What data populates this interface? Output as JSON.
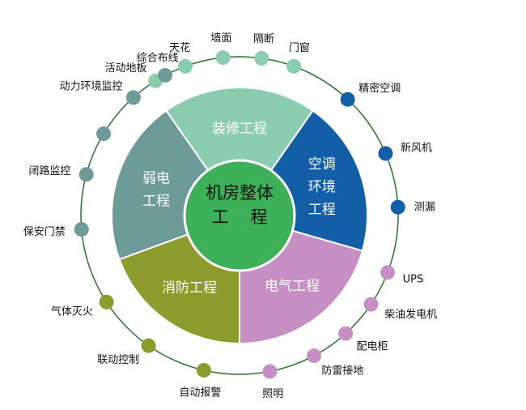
{
  "center": {
    "line1": "机房整体",
    "line2": "工    程"
  },
  "segments": [
    {
      "id": "decoration",
      "label": "装修工程",
      "color": "#8ccdb1",
      "start": -35,
      "end": 35
    },
    {
      "id": "hvac",
      "label": "空调环境工程",
      "lines": [
        "空调",
        "环境",
        "工程"
      ],
      "color": "#145ea8",
      "start": 35,
      "end": 106
    },
    {
      "id": "electrical",
      "label": "电气工程",
      "color": "#c690c4",
      "start": 106,
      "end": 180
    },
    {
      "id": "fire",
      "label": "消防工程",
      "color": "#8b9b2c",
      "start": 180,
      "end": 250
    },
    {
      "id": "weak-current",
      "label": "弱电工程",
      "lines": [
        "弱电",
        "工程"
      ],
      "color": "#6e9b97",
      "start": 250,
      "end": 325
    }
  ],
  "nodes": [
    {
      "label": "天花",
      "color": "#8ccdb1",
      "angle": -20
    },
    {
      "label": "墙面",
      "color": "#8ccdb1",
      "angle": -6
    },
    {
      "label": "隔断",
      "color": "#8ccdb1",
      "angle": 8
    },
    {
      "label": "门窗",
      "color": "#8ccdb1",
      "angle": 20
    },
    {
      "label": "活动地板",
      "color": "#8ccdb1",
      "angle": -32
    },
    {
      "label": "精密空调",
      "color": "#145ea8",
      "angle": 43
    },
    {
      "label": "新风机",
      "color": "#145ea8",
      "angle": 67
    },
    {
      "label": "测漏",
      "color": "#145ea8",
      "angle": 87
    },
    {
      "label": "UPS",
      "color": "#c690c4",
      "angle": 111
    },
    {
      "label": "柴油发电机",
      "color": "#c690c4",
      "angle": 124
    },
    {
      "label": "配电柜",
      "color": "#c690c4",
      "angle": 138
    },
    {
      "label": "防雷接地",
      "color": "#c690c4",
      "angle": 152
    },
    {
      "label": "照明",
      "color": "#c690c4",
      "angle": 169
    },
    {
      "label": "自动报警",
      "color": "#8b9b2c",
      "angle": 193
    },
    {
      "label": "联动控制",
      "color": "#8b9b2c",
      "angle": 215
    },
    {
      "label": "气体灭火",
      "color": "#8b9b2c",
      "angle": 237
    },
    {
      "label": "保安门禁",
      "color": "#6e9b97",
      "angle": 265
    },
    {
      "label": "闭路监控",
      "color": "#6e9b97",
      "angle": 285
    },
    {
      "label": "",
      "color": "#6e9b97",
      "angle": 301
    },
    {
      "label": "动力环境监控",
      "color": "#6e9b97",
      "angle": 318
    },
    {
      "label": "综合布线",
      "color": "#6e9b97",
      "angle": 332
    }
  ]
}
